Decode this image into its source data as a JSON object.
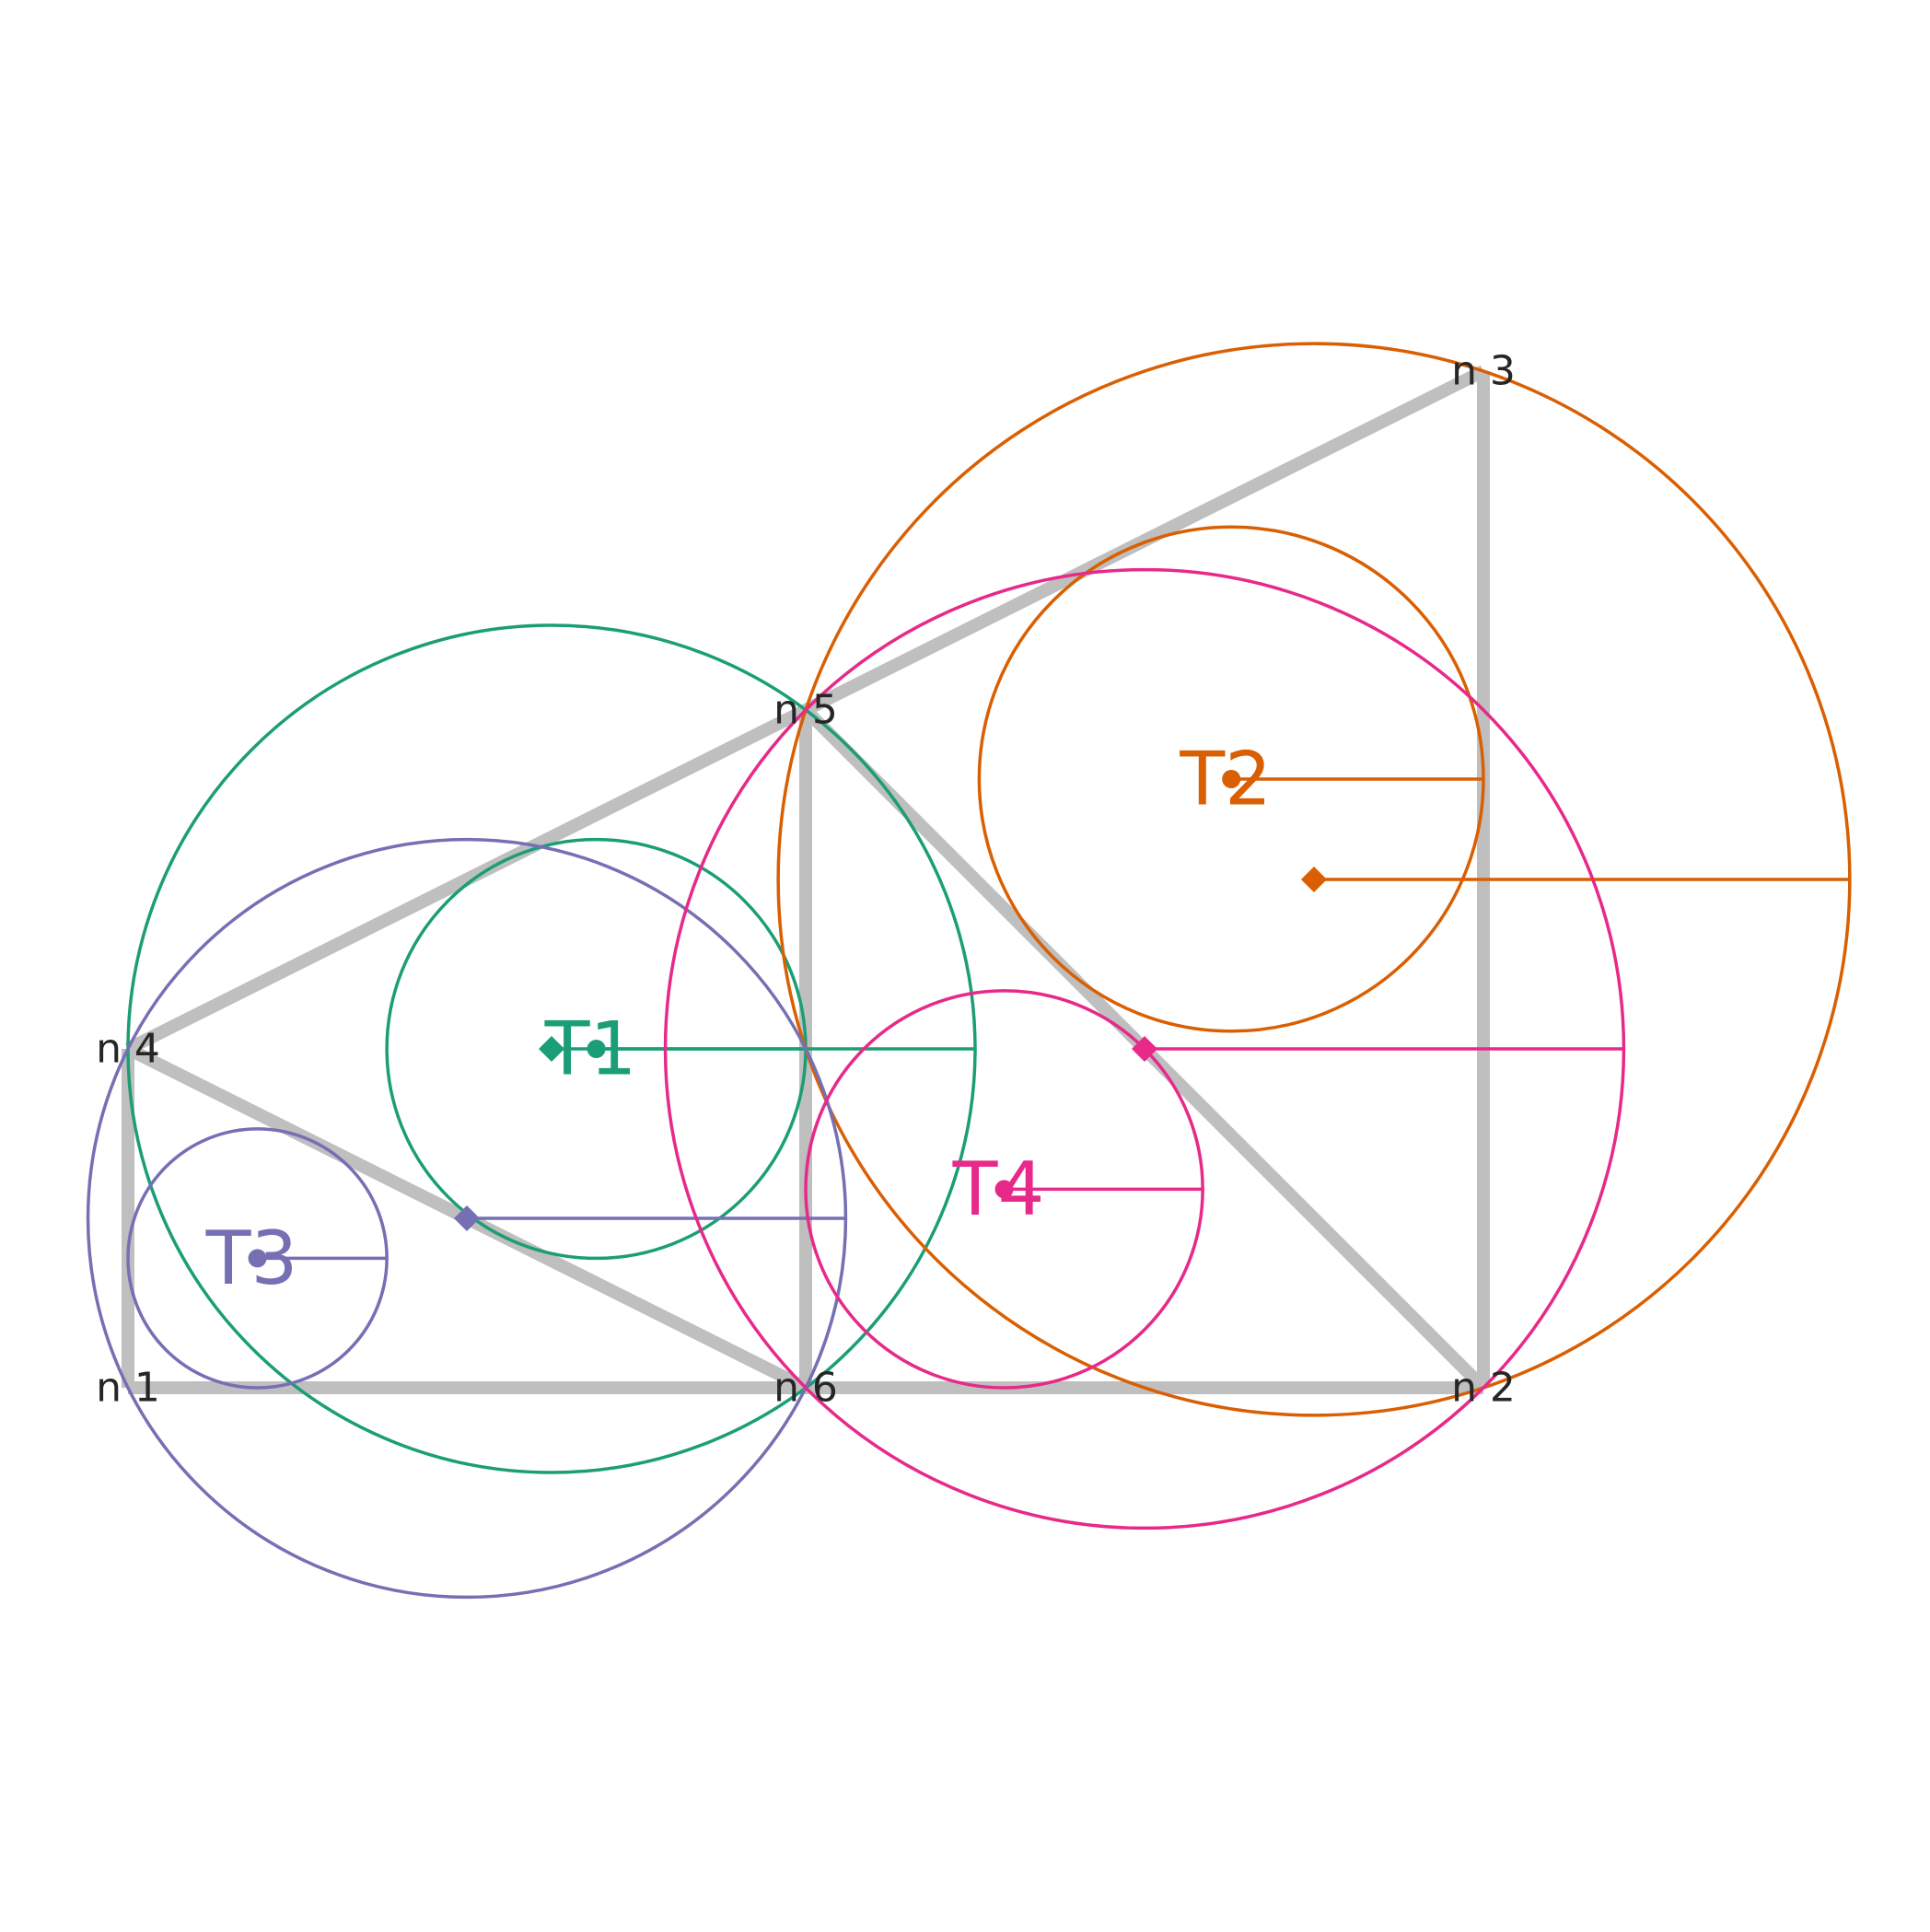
{
  "diagram": {
    "colors": {
      "edge": "#bfbfbf",
      "node_label": "#262626",
      "background": "#ffffff"
    },
    "nodes": [
      {
        "id": "n1",
        "label": "n 1",
        "x": 0.0,
        "y": 0.0
      },
      {
        "id": "n2",
        "label": "n 2",
        "x": 2.0,
        "y": 0.0
      },
      {
        "id": "n3",
        "label": "n 3",
        "x": 2.0,
        "y": 1.5
      },
      {
        "id": "n4",
        "label": "n 4",
        "x": 0.0,
        "y": 0.5
      },
      {
        "id": "n5",
        "label": "n 5",
        "x": 1.0,
        "y": 1.0
      },
      {
        "id": "n6",
        "label": "n 6",
        "x": 1.0,
        "y": 0.0
      }
    ],
    "edges": [
      [
        "n1",
        "n6"
      ],
      [
        "n6",
        "n2"
      ],
      [
        "n2",
        "n3"
      ],
      [
        "n3",
        "n5"
      ],
      [
        "n5",
        "n4"
      ],
      [
        "n4",
        "n1"
      ],
      [
        "n4",
        "n6"
      ],
      [
        "n5",
        "n6"
      ],
      [
        "n5",
        "n2"
      ]
    ],
    "triangles": [
      {
        "name": "T1",
        "color": "#1b9e77",
        "vertices": [
          "n4",
          "n5",
          "n6"
        ]
      },
      {
        "name": "T2",
        "color": "#d95f02",
        "vertices": [
          "n5",
          "n3",
          "n2"
        ]
      },
      {
        "name": "T3",
        "color": "#7570b3",
        "vertices": [
          "n1",
          "n6",
          "n4"
        ]
      },
      {
        "name": "T4",
        "color": "#e7298a",
        "vertices": [
          "n6",
          "n2",
          "n5"
        ]
      }
    ]
  }
}
